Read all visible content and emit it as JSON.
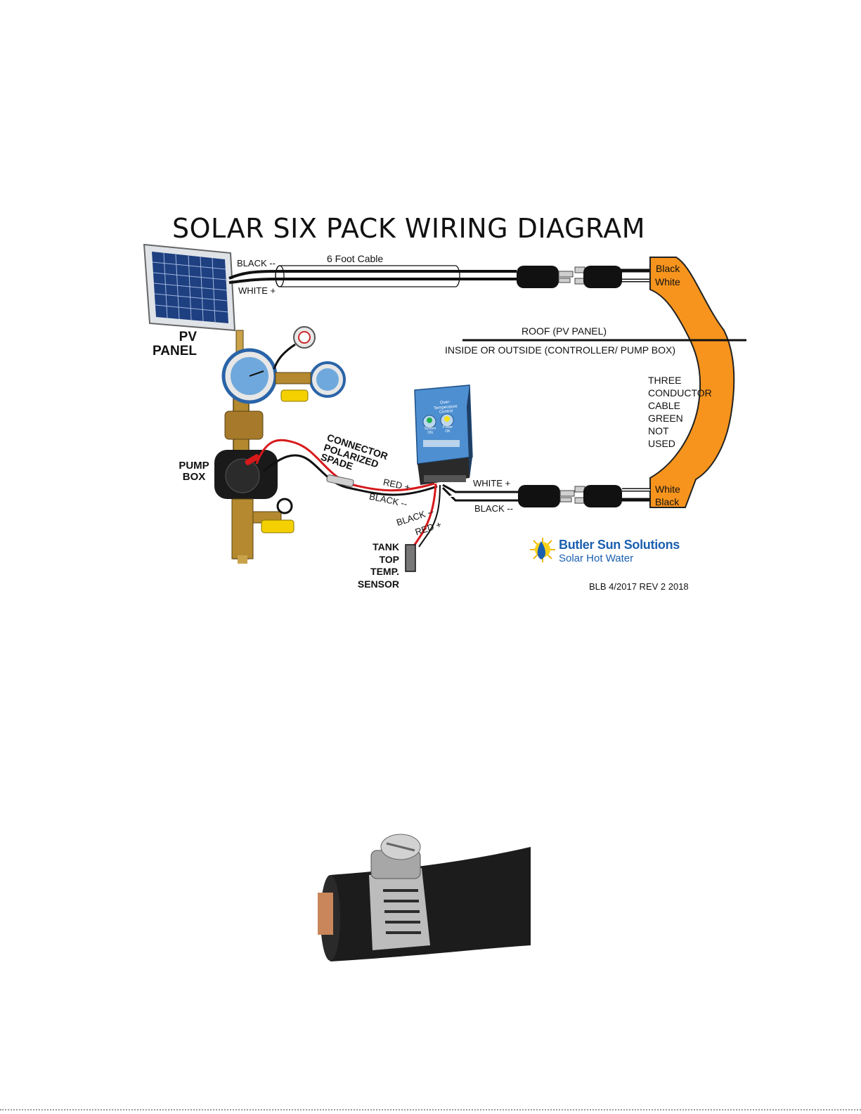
{
  "title": "SOLAR SIX PACK WIRING DIAGRAM",
  "labels": {
    "black_top": "BLACK --",
    "white_top": "WHITE +",
    "six_foot_cable": "6 Foot Cable",
    "orange_black_top": "Black",
    "orange_white_top": "White",
    "pv_panel": "PV\nPANEL",
    "roof": "ROOF  (PV PANEL)",
    "inside_outside": "INSIDE OR OUTSIDE (CONTROLLER/ PUMP BOX)",
    "three_conductor": "THREE\nCONDUCTOR\nCABLE\nGREEN\nNOT\nUSED",
    "connector": "CONNECTOR\nPOLARIZED\nSPADE",
    "pump_box": "PUMP\nBOX",
    "red_plus_1": "RED +",
    "black_minus_1": "BLACK --",
    "black_minus_2": "BLACK --",
    "red_plus_2": "RED +",
    "white_plus_bottom": "WHITE +",
    "black_minus_bottom": "BLACK --",
    "orange_white_bottom": "White",
    "orange_black_bottom": "Black",
    "tank_sensor": "TANK\nTOP\nTEMP.\nSENSOR",
    "controller_title": "Over-\nTemperature\nControl",
    "controller_led1": "System\nON",
    "controller_led2": "Power\nOK",
    "brand_name": "Butler Sun Solutions",
    "brand_sub": "Solar Hot Water",
    "revision": "BLB 4/2017  REV 2 2018"
  },
  "colors": {
    "orange_cable": "#F7941D",
    "wire_red": "#d7191c",
    "brand_blue": "#1b5fb0",
    "controller_blue": "#4d8fd1"
  }
}
